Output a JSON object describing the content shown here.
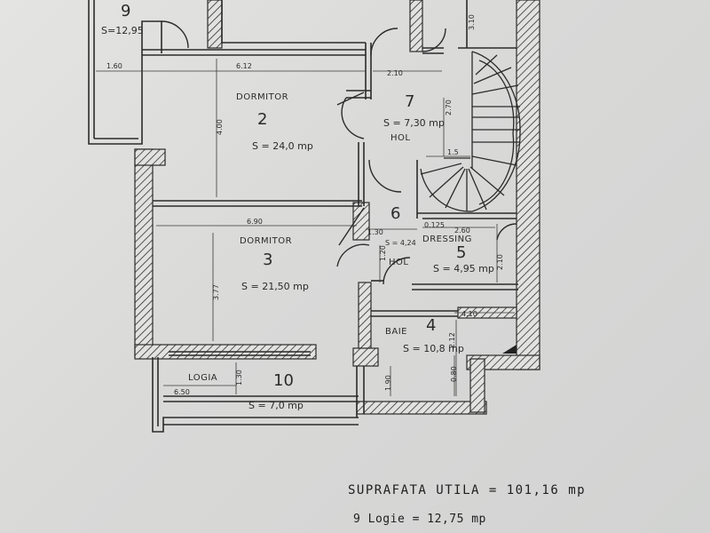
{
  "rooms": {
    "r9": {
      "number": "9",
      "area": "S=12,95"
    },
    "r2": {
      "number": "2",
      "name": "DORMITOR",
      "area": "S = 24,0 mp"
    },
    "r7": {
      "number": "7",
      "name": "HOL",
      "area": "S = 7,30 mp"
    },
    "r6": {
      "number": "6",
      "name": "HOL",
      "area": "S = 4,24"
    },
    "r5": {
      "number": "5",
      "name": "DRESSING",
      "area": "S = 4,95 mp"
    },
    "r3": {
      "number": "3",
      "name": "DORMITOR",
      "area": "S = 21,50 mp"
    },
    "r4": {
      "number": "4",
      "name": "BAIE",
      "area": "S = 10,8 mp"
    },
    "r10": {
      "number": "10",
      "name": "LOGIA",
      "area": "S = 7,0 mp"
    }
  },
  "dimensions": {
    "d_160": "1.60",
    "d_612": "6.12",
    "d_210_top": "2.10",
    "d_270": "2.70",
    "d_400": "4.00",
    "d_15": "1.5",
    "d_690": "6.90",
    "d_377": "3.77",
    "d_130": "1.30",
    "d_120": "1.20",
    "d_0125": "0.125",
    "d_260": "2.60",
    "d_210_right": "2.10",
    "d_410": "4.10",
    "d_212": "2.12",
    "d_650": "6.50",
    "d_130_logia": "1.30",
    "d_190": "1.90",
    "d_080": "0.80",
    "d_310": "3.10"
  },
  "summary": {
    "title": "SUPRAFATA UTILA  =  101,16 mp",
    "line1": "9  Logie  =  12,75 mp"
  },
  "colors": {
    "ink": "#2b2b2b",
    "paper": "#dedede",
    "hatch": "#3a3a3a"
  }
}
